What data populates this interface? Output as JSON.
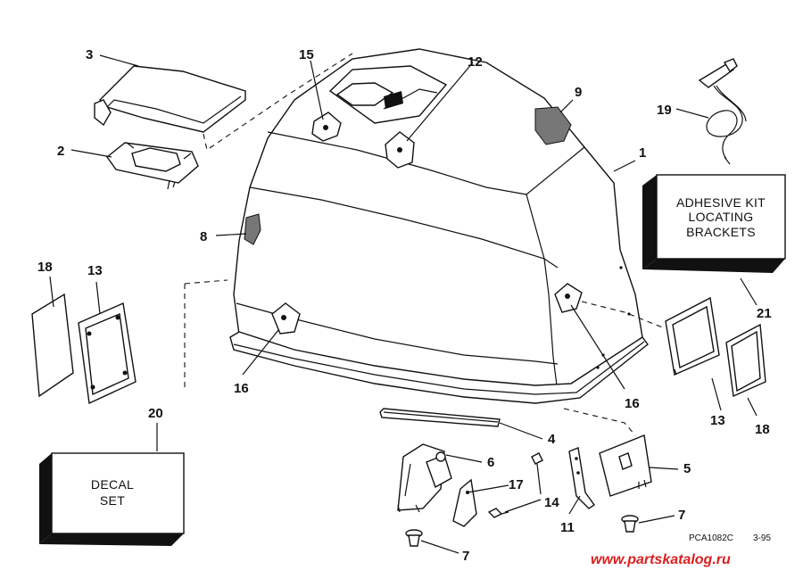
{
  "callouts": {
    "c1": "1",
    "c2": "2",
    "c3": "3",
    "c4": "4",
    "c5": "5",
    "c6": "6",
    "c7a": "7",
    "c7b": "7",
    "c8": "8",
    "c9": "9",
    "c11": "11",
    "c12": "12",
    "c13a": "13",
    "c13b": "13",
    "c14": "14",
    "c15": "15",
    "c16a": "16",
    "c16b": "16",
    "c17": "17",
    "c18a": "18",
    "c18b": "18",
    "c19": "19",
    "c20": "20",
    "c21": "21"
  },
  "kit_box": {
    "line1": "ADHESIVE KIT",
    "line2": "LOCATING",
    "line3": "BRACKETS"
  },
  "decal_box": {
    "line1": "DECAL",
    "line2": "SET"
  },
  "footer": {
    "code": "PCA1082C",
    "date": "3-95"
  },
  "watermark": "www.partskatalog.ru",
  "colors": {
    "ink": "#111111",
    "watermark": "#d92020",
    "background": "#ffffff"
  }
}
